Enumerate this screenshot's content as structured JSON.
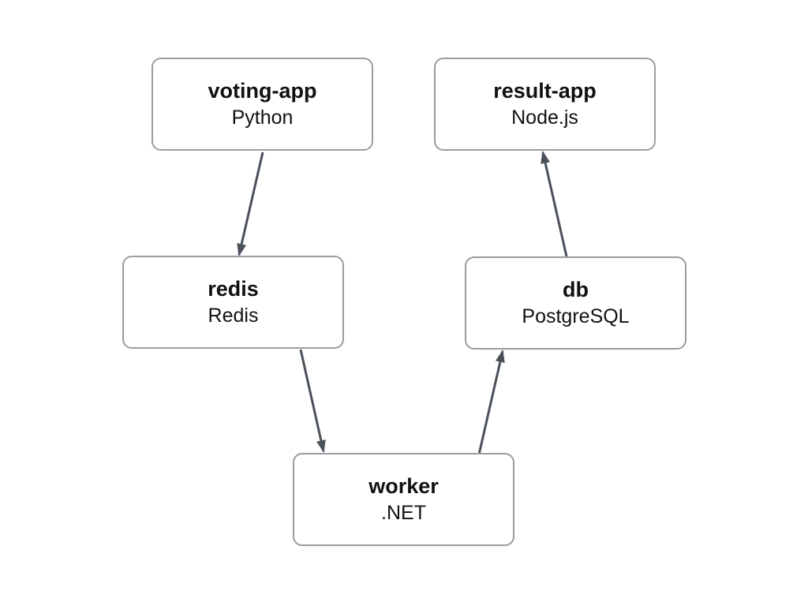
{
  "diagram": {
    "type": "architecture-graph",
    "background_color": "#ffffff",
    "colors": {
      "node_border": "#9a9ca1",
      "node_fill": "#ffffff",
      "arrow": "#4a515a",
      "text": "#111111"
    },
    "nodes": [
      {
        "id": "voting-app",
        "title": "voting-app",
        "subtitle": "Python"
      },
      {
        "id": "result-app",
        "title": "result-app",
        "subtitle": "Node.js"
      },
      {
        "id": "redis",
        "title": "redis",
        "subtitle": "Redis"
      },
      {
        "id": "db",
        "title": "db",
        "subtitle": "PostgreSQL"
      },
      {
        "id": "worker",
        "title": "worker",
        "subtitle": ".NET"
      }
    ],
    "edges": [
      {
        "from": "voting-app",
        "to": "redis"
      },
      {
        "from": "redis",
        "to": "worker"
      },
      {
        "from": "worker",
        "to": "db"
      },
      {
        "from": "db",
        "to": "result-app"
      }
    ]
  }
}
